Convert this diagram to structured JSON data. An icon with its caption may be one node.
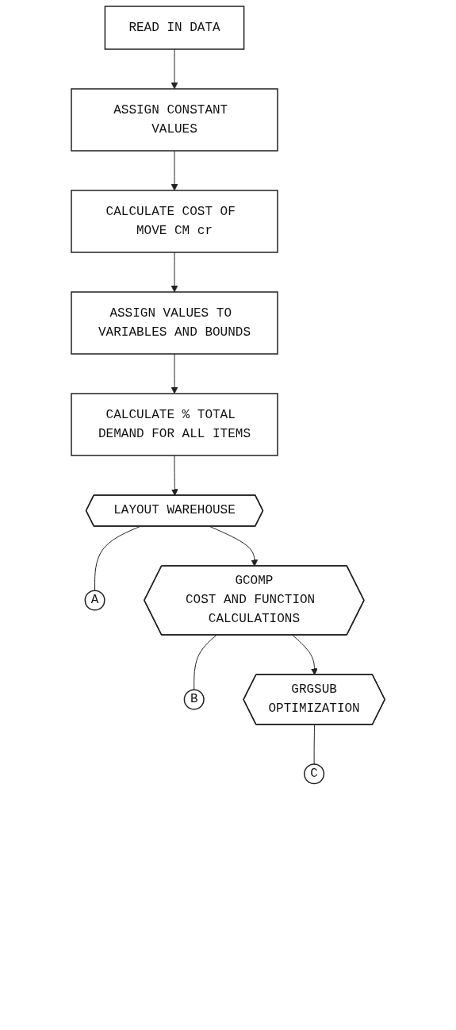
{
  "diagram": {
    "nodes": [
      {
        "text": [
          "READ IN DATA"
        ]
      },
      {
        "text": [
          "ASSIGN CONSTANT VALUES"
        ]
      },
      {
        "text": [
          "CALCULATE COST OF MOVE CM cr"
        ]
      },
      {
        "text": [
          "ASSIGN VALUES TO VARIABLES AND BOUNDS"
        ]
      },
      {
        "text": [
          "CALCULATE % TOTAL DEMAND FOR ALL ITEMS"
        ]
      },
      {
        "text": [
          "LAYOUT WAREHOUSE"
        ]
      },
      {
        "text": [
          "A"
        ]
      },
      {
        "text": [
          "GCOMP",
          "COST AND FUNCTION CALCULATIONS"
        ]
      },
      {
        "text": [
          "B"
        ]
      },
      {
        "text": [
          "GRGSUB",
          "OPTIMIZATION"
        ]
      },
      {
        "text": [
          "C"
        ]
      }
    ],
    "edges": [
      {
        "from": 0,
        "to": 1,
        "arrow": "to"
      },
      {
        "from": 1,
        "to": 2,
        "arrow": "to"
      },
      {
        "from": 2,
        "to": 3,
        "arrow": "to"
      },
      {
        "from": 3,
        "to": 4,
        "arrow": "to"
      },
      {
        "from": 4,
        "to": 5,
        "arrow": "to"
      },
      {
        "from": 5,
        "to": 6,
        "arrow": "none"
      },
      {
        "from": 5,
        "to": 7,
        "arrow": "to"
      },
      {
        "from": 7,
        "to": 8,
        "arrow": "none"
      },
      {
        "from": 7,
        "to": 9,
        "arrow": "to"
      },
      {
        "from": 9,
        "to": 10,
        "arrow": "none"
      }
    ]
  }
}
